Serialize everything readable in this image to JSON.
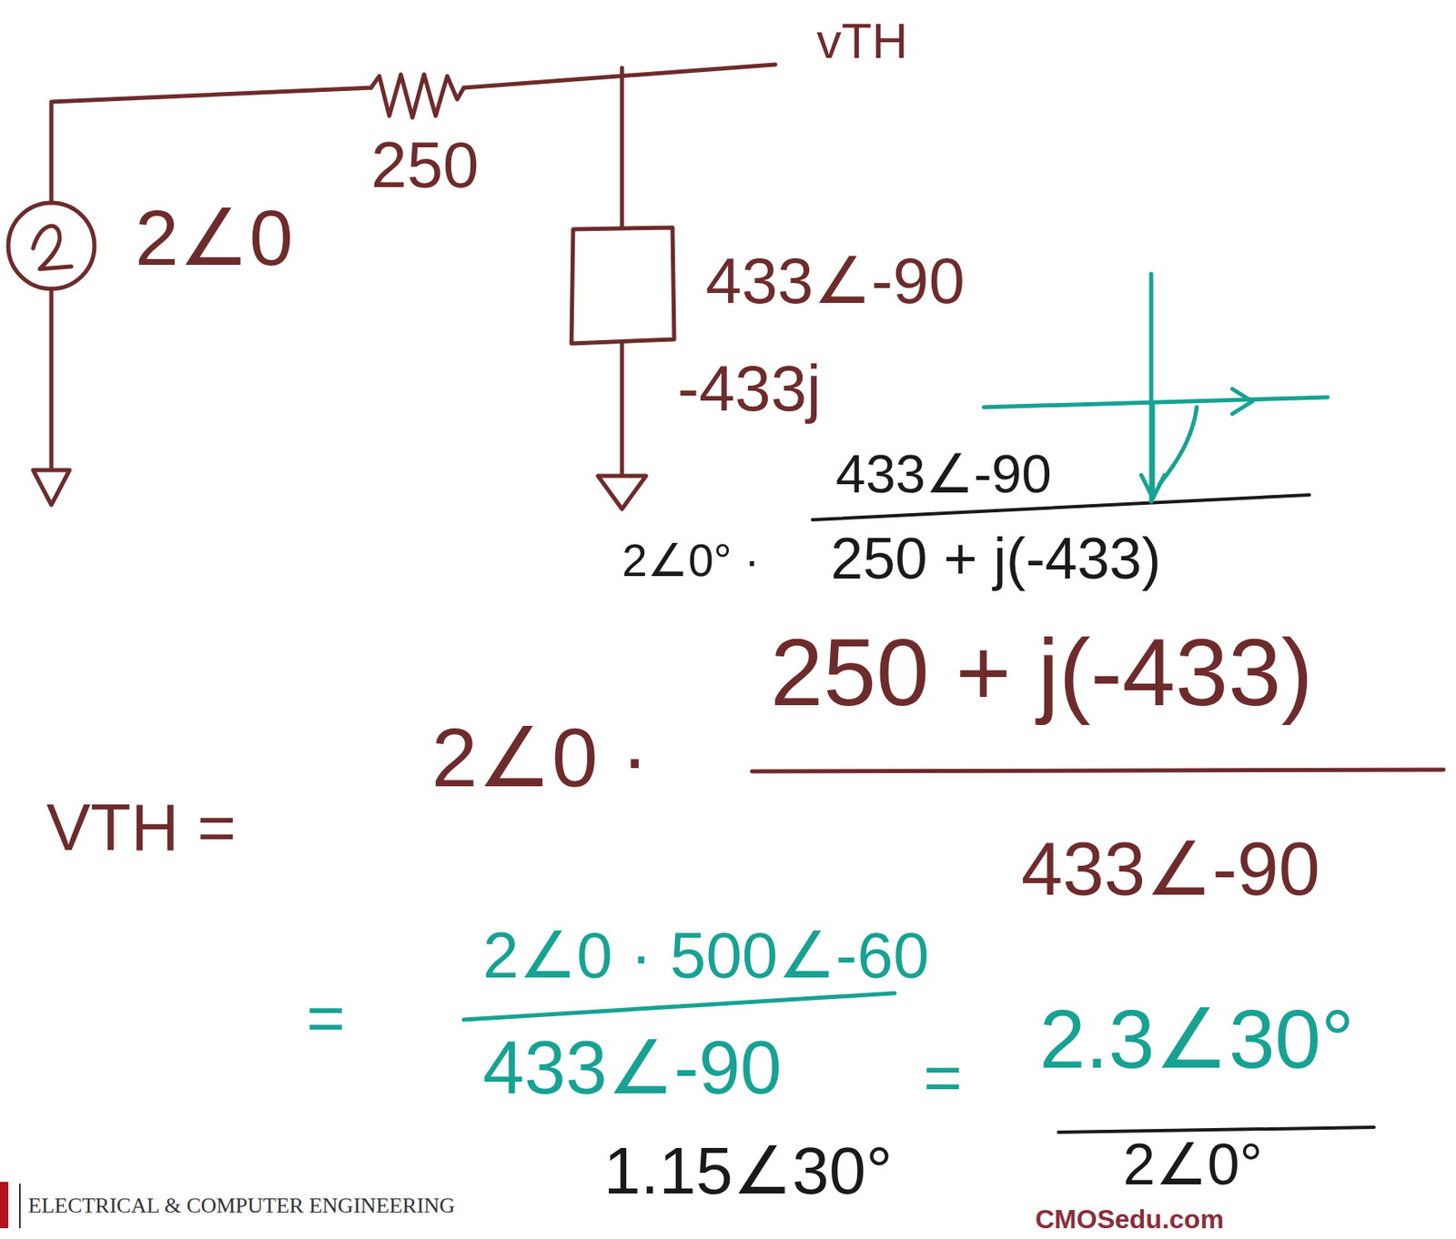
{
  "diagram": {
    "labels": [
      "vTH",
      "250",
      "2∠0",
      "433∠-90",
      "-433j",
      "433∠-90",
      "2∠0° ·",
      "250 + j(-433)",
      "250 + j(-433)",
      "2∠0 ·",
      "VTH =",
      "433∠-90",
      "2∠0 · 500∠-60",
      "=",
      "433∠-90",
      "=",
      "2.3∠30°",
      "1.15∠30°",
      "2∠0°",
      "ELECTRICAL & COMPUTER ENGINEERING",
      "CMOSedu.com"
    ]
  }
}
